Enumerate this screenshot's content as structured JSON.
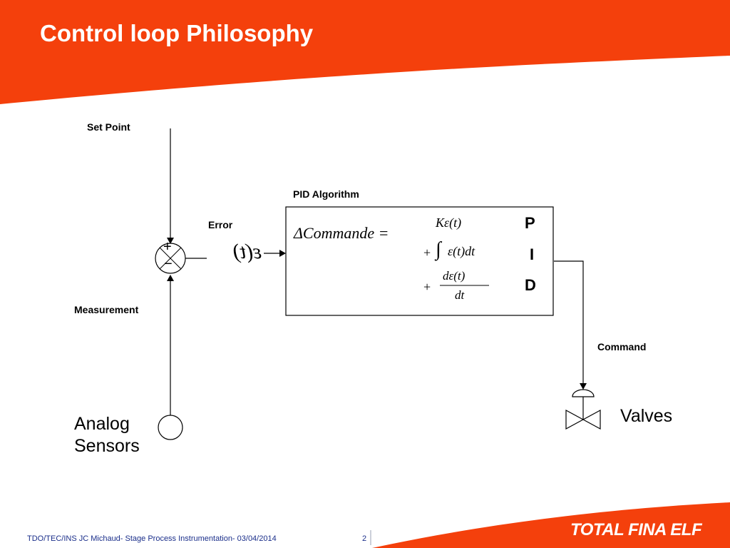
{
  "slide": {
    "title": "Control loop Philosophy"
  },
  "diagram": {
    "set_point_label": "Set Point",
    "measurement_label": "Measurement",
    "error_label": "Error",
    "error_symbol": "ε(t)",
    "pid_title": "PID Algorithm",
    "formula": {
      "lhs": "ΔCommande =",
      "p_term": "Kε(t)",
      "i_term_prefix": "+",
      "i_integral": "∫",
      "i_term": "ε(t)dt",
      "d_term_prefix": "+",
      "d_numerator": "dε(t)",
      "d_denominator": "dt"
    },
    "pid_letters": {
      "p": "P",
      "i": "I",
      "d": "D"
    },
    "summer_plus": "+",
    "summer_minus": "−",
    "command_label": "Command",
    "valves_label": "Valves",
    "sensors_label_line1": "Analog",
    "sensors_label_line2": "Sensors"
  },
  "footer": {
    "text": "TDO/TEC/INS JC Michaud- Stage Process Instrumentation- 03/04/2014",
    "page_number": "2",
    "logo_text": "TOTAL FINA ELF"
  },
  "colors": {
    "header": "#f4400c",
    "footer_text": "#1a2e8a",
    "line": "#000000"
  }
}
